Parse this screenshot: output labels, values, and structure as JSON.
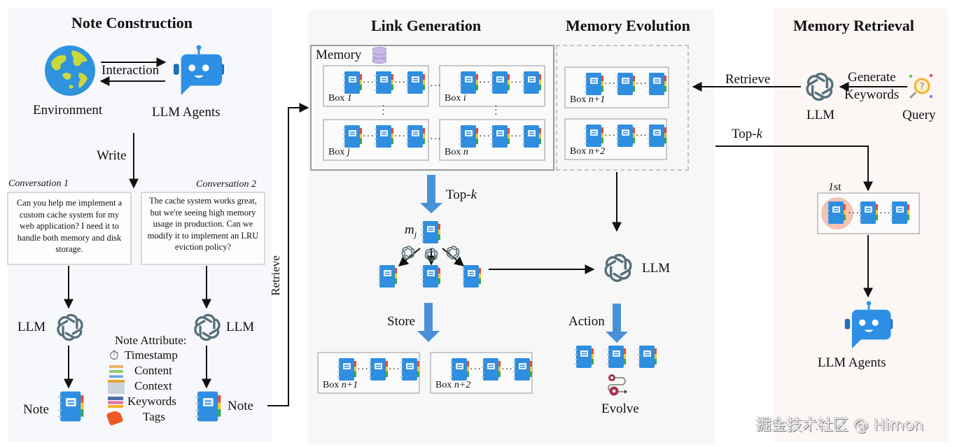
{
  "sections": {
    "note_construction": {
      "title": "Note Construction"
    },
    "link_generation": {
      "title": "Link Generation"
    },
    "memory_evolution": {
      "title": "Memory Evolution"
    },
    "memory_retrieval": {
      "title": "Memory Retrieval"
    }
  },
  "note_construction": {
    "environment_label": "Environment",
    "agents_label": "LLM Agents",
    "interaction_label": "Interaction",
    "write_label": "Write",
    "conversations": [
      {
        "label": "Conversation 1",
        "text": "Can you help me implement a custom cache system for my web application? I need it to handle both memory and disk storage."
      },
      {
        "label": "Conversation 2",
        "text": "The cache system works great, but we're seeing high memory usage in production. Can we modify it to implement an LRU eviction policy?"
      }
    ],
    "llm_label": "LLM",
    "note_label": "Note",
    "attributes_title": "Note Attribute:",
    "attributes": [
      "Timestamp",
      "Content",
      "Context",
      "Keywords",
      "Tags"
    ],
    "retrieve_label": "Retrieve"
  },
  "link_generation": {
    "memory_label": "Memory",
    "boxes": [
      {
        "name": "Box ",
        "index": "1"
      },
      {
        "name": "Box ",
        "index": "i"
      },
      {
        "name": "Box ",
        "index": "j"
      },
      {
        "name": "Box ",
        "index": "n"
      }
    ],
    "topk_label": "Top-",
    "topk_k": "k",
    "mj_label": "m",
    "mj_sub": "j",
    "store_label": "Store",
    "stored_boxes": [
      {
        "name": "Box ",
        "index": "n+1"
      },
      {
        "name": "Box ",
        "index": "n+2"
      }
    ]
  },
  "memory_evolution": {
    "boxes": [
      {
        "name": "Box ",
        "index": "n+1"
      },
      {
        "name": "Box ",
        "index": "n+2"
      }
    ],
    "llm_label": "LLM",
    "action_label": "Action",
    "evolve_label": "Evolve"
  },
  "memory_retrieval": {
    "retrieve_label": "Retrieve",
    "generate_keywords_label_1": "Generate",
    "generate_keywords_label_2": "Keywords",
    "llm_label": "LLM",
    "query_label": "Query",
    "topk_label": "Top-",
    "topk_k": "k",
    "first_label_num": "1",
    "first_label_suffix": "st",
    "agents_label": "LLM Agents"
  },
  "watermark": "掘金技术社区 @ Himon",
  "colors": {
    "note_blue": "#2f8ee0",
    "robot_blue": "#2d8fe6",
    "flow_arrow_blue": "#4a90d9",
    "llm_gray": "#55707a",
    "panel_left_bg": "#f6f8fb",
    "panel_mid_bg": "#f7f7f7",
    "panel_right_bg": "#fcf6f5",
    "highlight_pink": "#f3c3b3"
  }
}
